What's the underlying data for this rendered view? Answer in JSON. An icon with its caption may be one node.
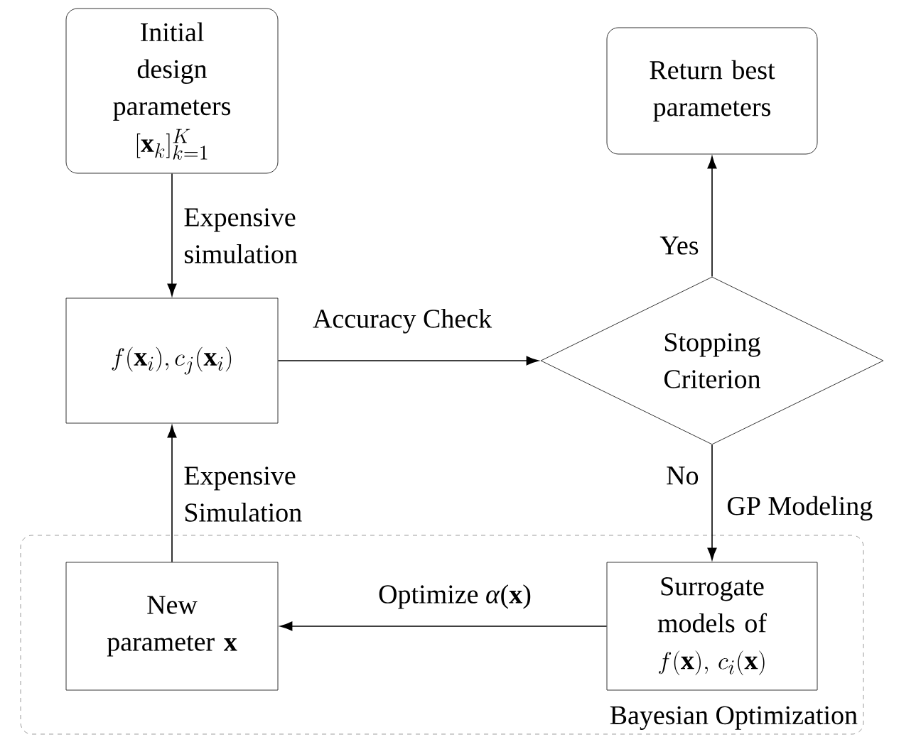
{
  "diagram": {
    "nodes": [
      {
        "text": [
          "Initial design parameters",
          "[\\mathbf{x}_k]_{k=1}^K"
        ]
      },
      {
        "text": [
          "f(\\mathbf{x}_i), c_j(\\mathbf{x}_i)"
        ]
      },
      {
        "text": [
          "Stopping Criterion"
        ]
      },
      {
        "text": [
          "Return best parameters"
        ]
      },
      {
        "text": [
          "Bayesian Optimization"
        ]
      },
      {
        "text": [
          "Surrogate models of",
          "f(\\mathbf{x}),\\, c_i(\\mathbf{x})"
        ],
        "in": 4
      },
      {
        "text": [
          "New parameter",
          "\\mathbf{x}"
        ],
        "in": 4
      }
    ],
    "edges": [
      {
        "from": 0,
        "to": 1,
        "arrow": "to",
        "label": "Expensive simulation"
      },
      {
        "from": 1,
        "to": 2,
        "arrow": "to",
        "label": "Accuracy Check"
      },
      {
        "from": 2,
        "to": 3,
        "arrow": "to",
        "label": "Yes"
      },
      {
        "from": 2,
        "to": 5,
        "arrow": "to",
        "label": "No"
      },
      {
        "from": 5,
        "to": 6,
        "arrow": "to",
        "label": "Optimize *α*(**x**)"
      },
      {
        "from": 6,
        "to": 1,
        "arrow": "to",
        "label": "Expensive Simulation"
      }
    ],
    "labels": [
      "GP Modeling"
    ]
  }
}
